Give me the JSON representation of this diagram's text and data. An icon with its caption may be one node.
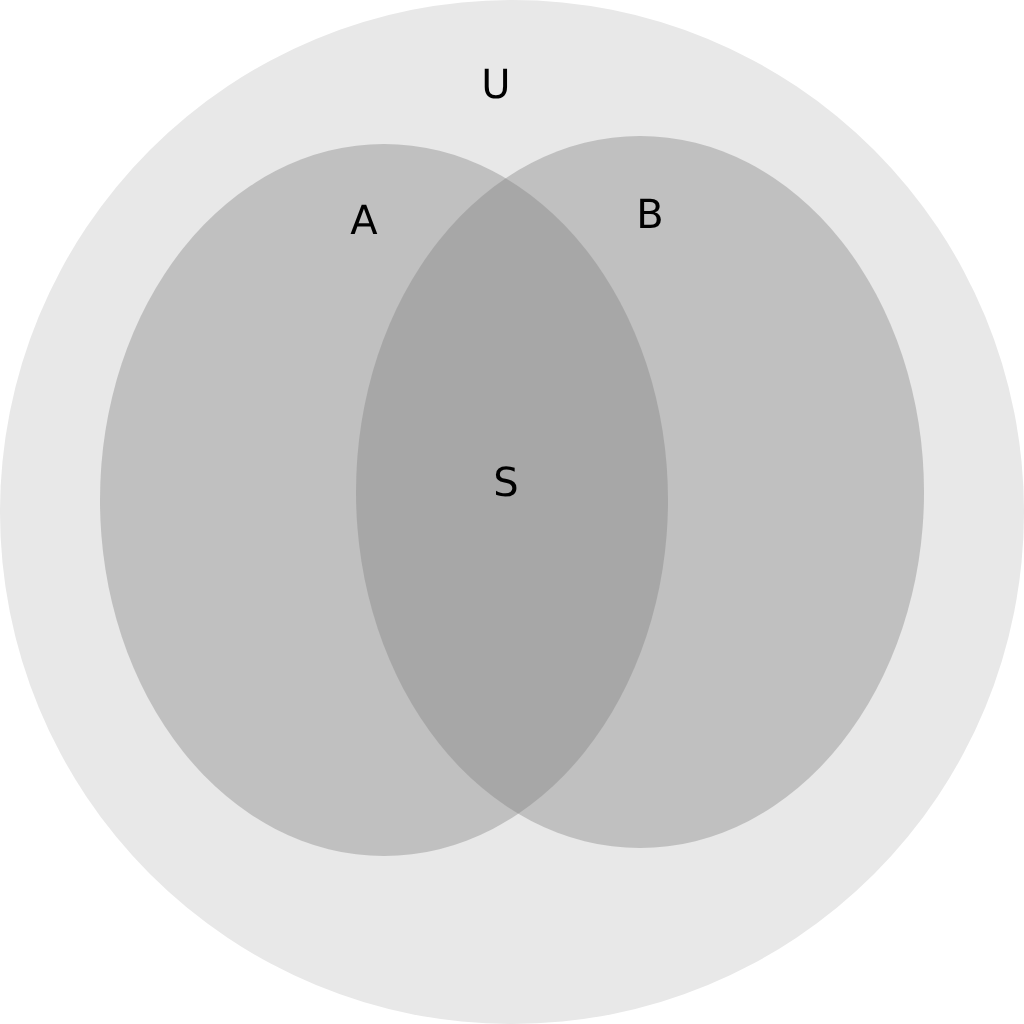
{
  "diagram": {
    "nodes": [
      {
        "text": [
          "U"
        ]
      },
      {
        "text": [
          "A"
        ],
        "in": 0
      },
      {
        "text": [
          "B"
        ],
        "in": 0
      }
    ],
    "labels": [
      "S"
    ]
  }
}
